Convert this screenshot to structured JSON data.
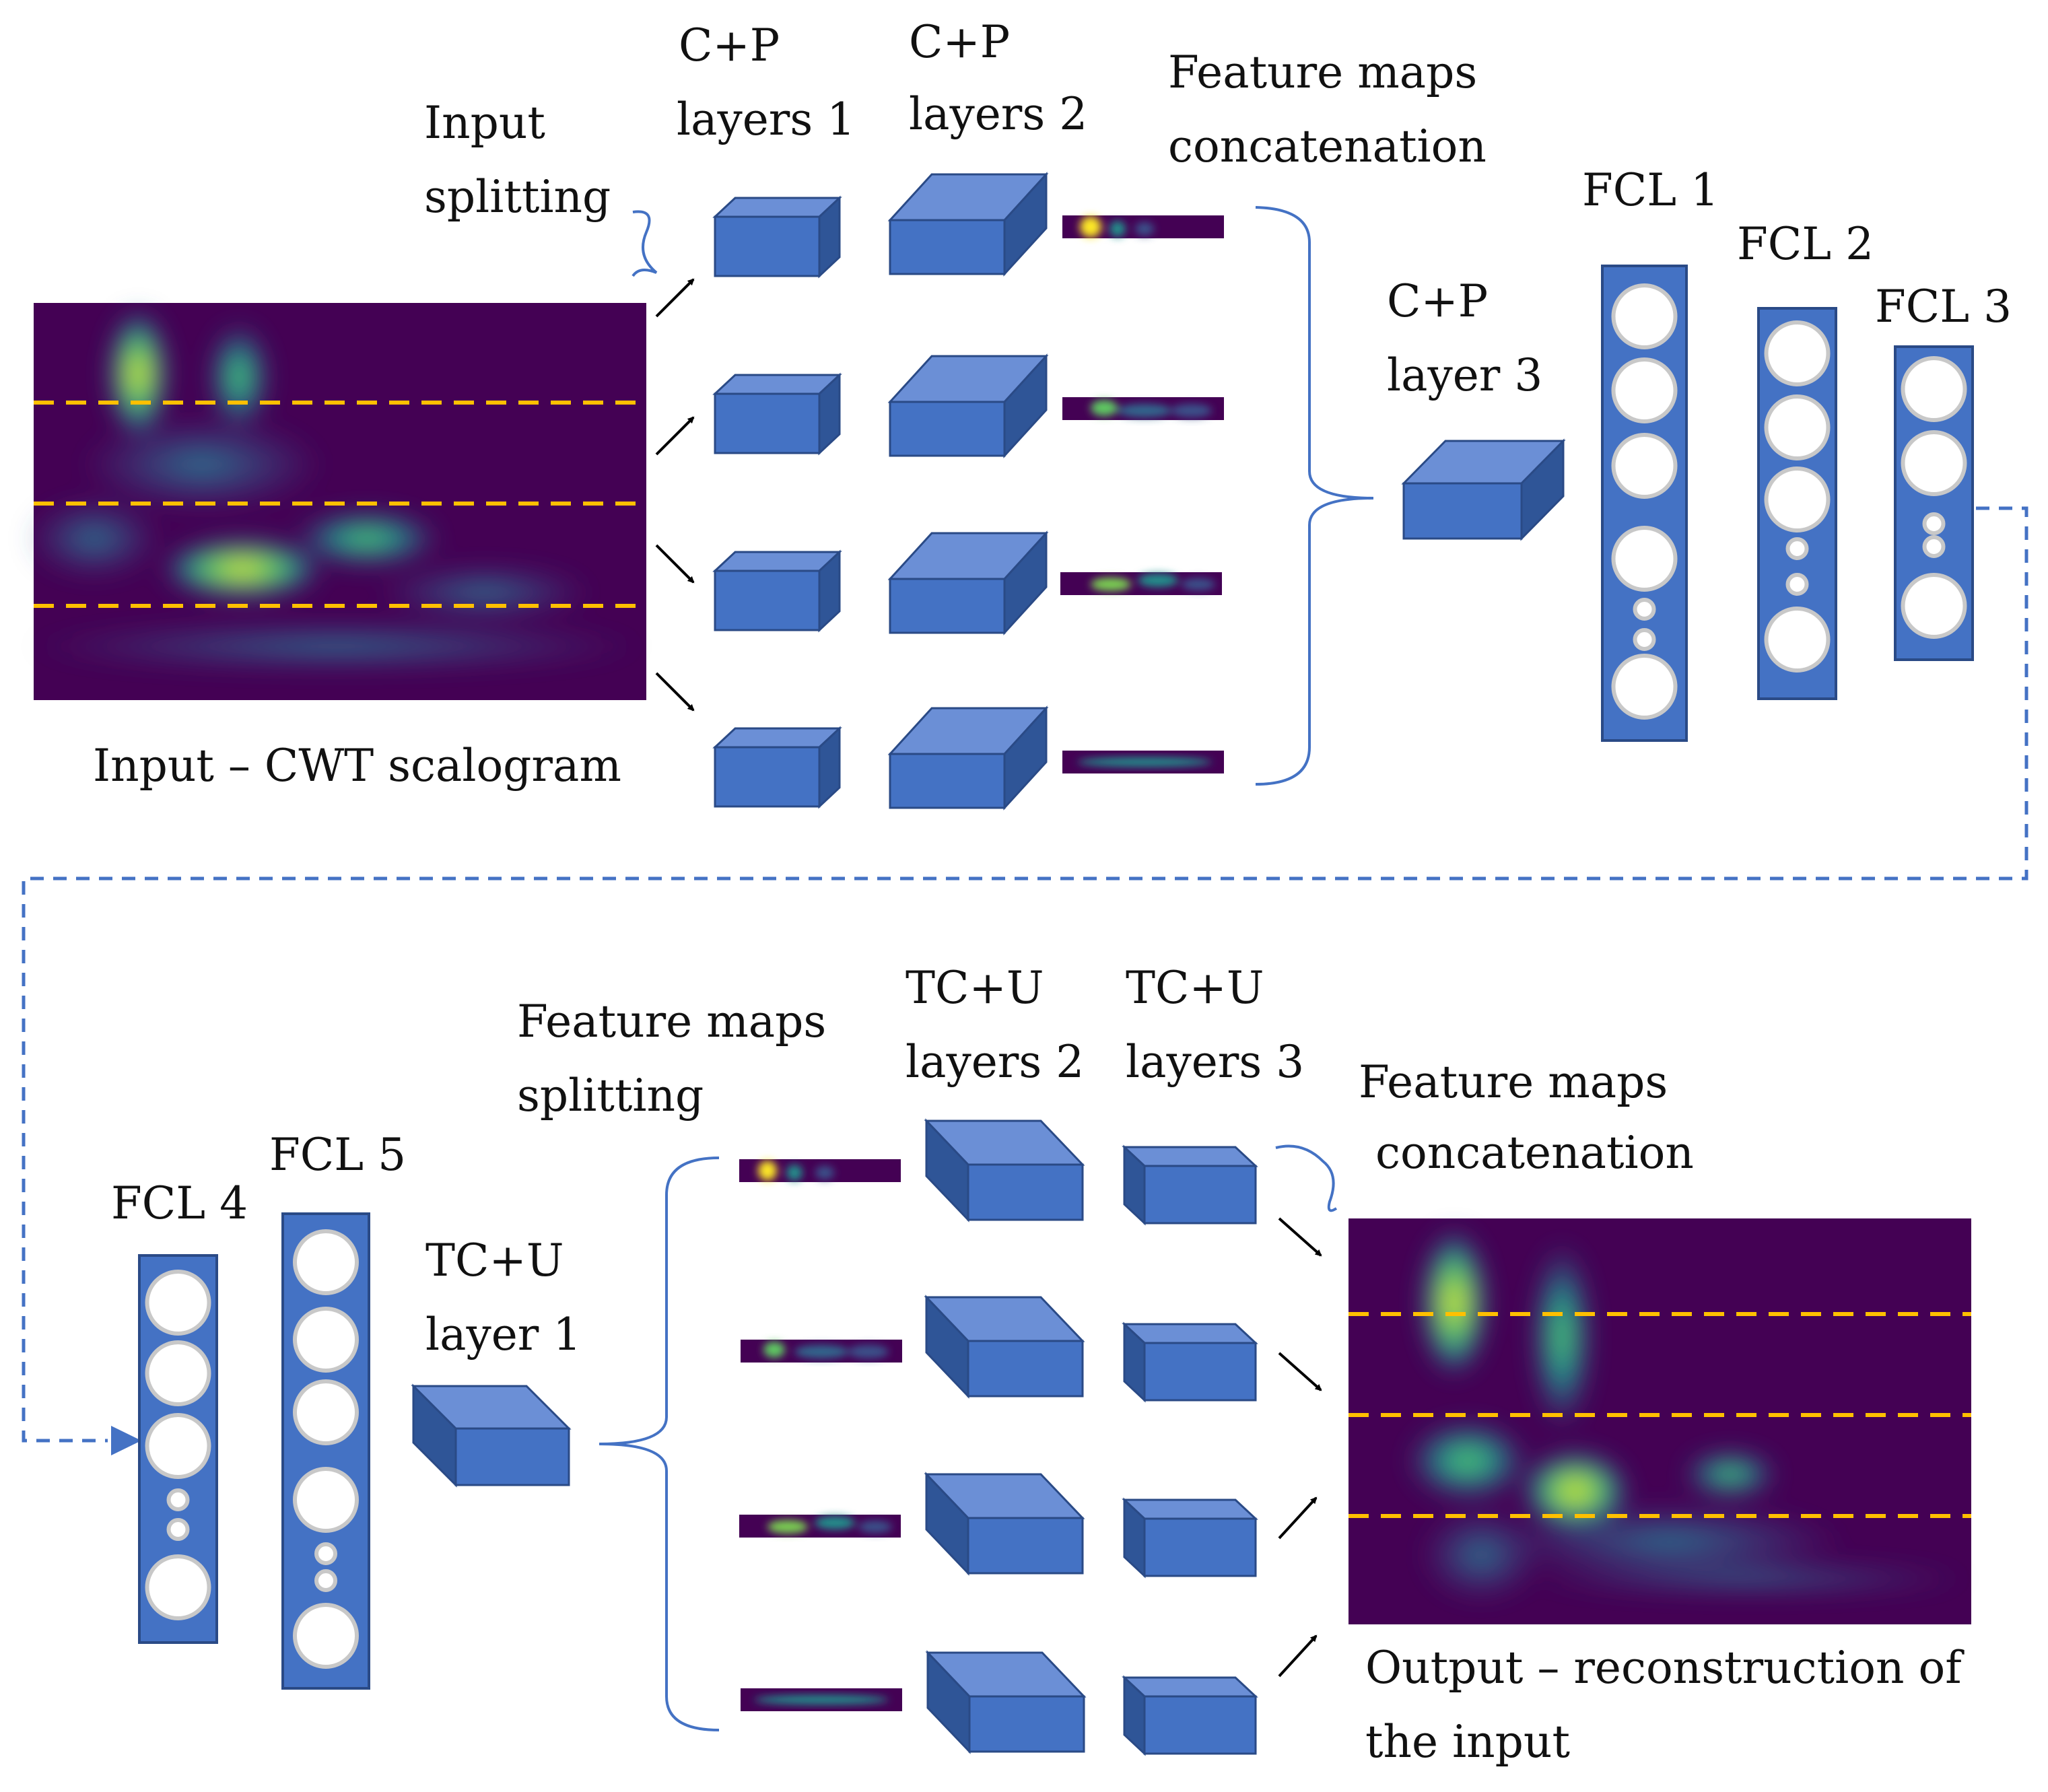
{
  "top": {
    "input_splitting": [
      "Input",
      "splitting"
    ],
    "cp_layers_1": [
      "C+P",
      "layers 1"
    ],
    "cp_layers_2": [
      "C+P",
      "layers 2"
    ],
    "feature_maps_concat": [
      "Feature maps",
      "concatenation"
    ],
    "cp_layer_3": [
      "C+P",
      "layer 3"
    ],
    "fcl1": "FCL 1",
    "fcl2": "FCL 2",
    "fcl3": "FCL 3",
    "input_caption": "Input – CWT scalogram"
  },
  "bottom": {
    "fcl4": "FCL 4",
    "fcl5": "FCL 5",
    "tcu_layer_1": [
      "TC+U",
      "layer 1"
    ],
    "feature_maps_split": [
      "Feature maps",
      "splitting"
    ],
    "tcu_layers_2": [
      "TC+U",
      "layers 2"
    ],
    "tcu_layers_3": [
      "TC+U",
      "layers 3"
    ],
    "feature_maps_concat": [
      "Feature maps",
      "concatenation"
    ],
    "output_caption": [
      "Output – reconstruction of",
      "the input"
    ]
  },
  "colors": {
    "box_front": "#4472c4",
    "box_top": "#6b8fd6",
    "box_side": "#2f5597",
    "connector": "#4472c4",
    "split_line": "#ffc000",
    "map_bg": "#440154"
  }
}
